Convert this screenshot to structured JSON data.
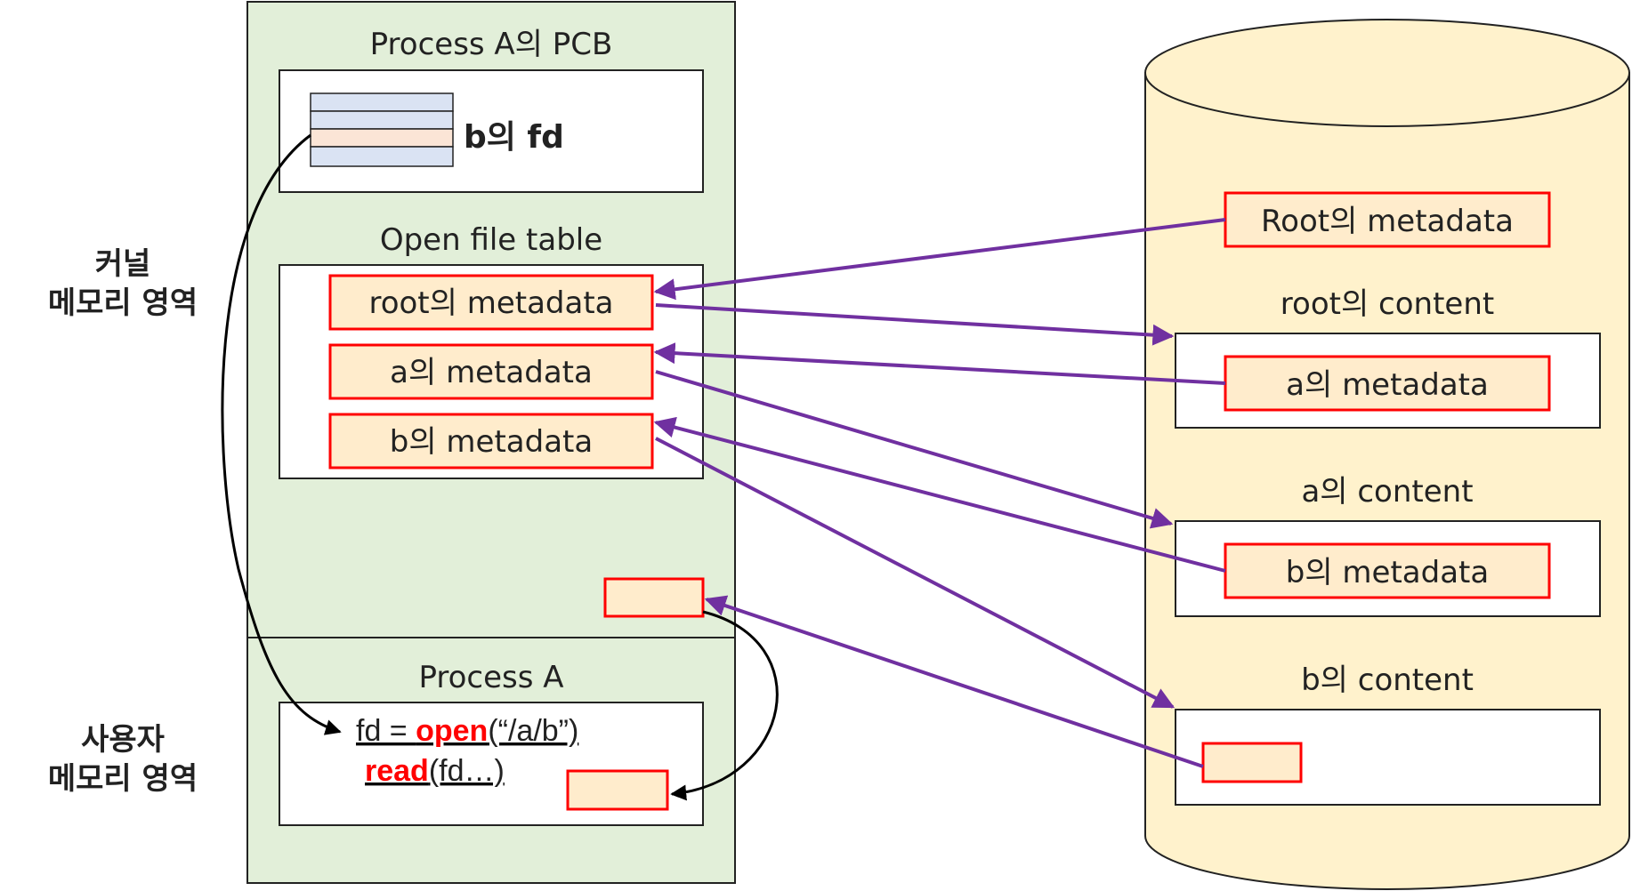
{
  "side_labels": {
    "kernel": [
      "커널",
      "메모리 영역"
    ],
    "user": [
      "사용자",
      "메모리 영역"
    ]
  },
  "kernel": {
    "pcb_title": "Process A의 PCB",
    "fd_label": "b의 fd",
    "oft_title": "Open file table",
    "oft_entries": [
      "root의 metadata",
      "a의 metadata",
      "b의 metadata"
    ]
  },
  "user": {
    "title": "Process A",
    "code_line1_pre": "fd = ",
    "code_line1_call": "open",
    "code_line1_args": "(“/a/b”)",
    "code_line2_call": "read",
    "code_line2_args": "(fd…)"
  },
  "disk": {
    "root_metadata": "Root의 metadata",
    "root_content_label": "root의 content",
    "root_content_item": "a의 metadata",
    "a_content_label": "a의 content",
    "a_content_item": "b의 metadata",
    "b_content_label": "b의 content"
  },
  "colors": {
    "kernel_bg": "#e2efd9",
    "disk_bg": "#fff2cc",
    "meta_fill": "#ffeccc",
    "meta_border": "#ff0000",
    "arrow_purple": "#7030a0",
    "fd_blue": "#0070c0",
    "side_label_navy": "#1f3864",
    "code_red": "#ff0000",
    "fd_row_blue": "#dae3f3",
    "fd_row_pink": "#fbe5d6"
  }
}
